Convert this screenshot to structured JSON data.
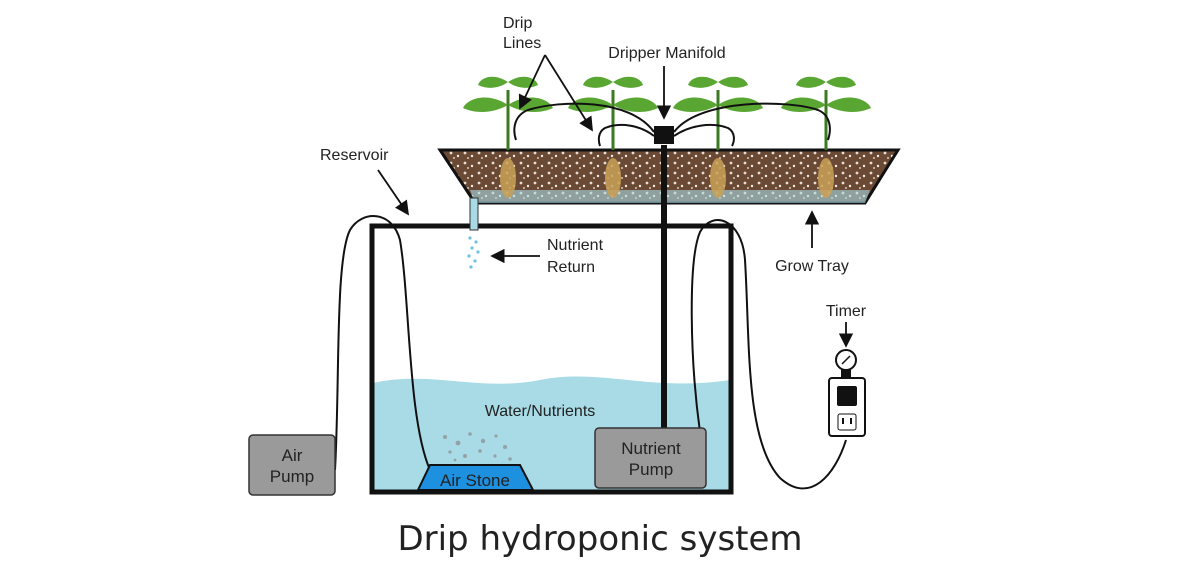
{
  "labels": {
    "drip_lines_1": "Drip",
    "drip_lines_2": "Lines",
    "dripper_manifold": "Dripper Manifold",
    "reservoir": "Reservoir",
    "nutrient_return_1": "Nutrient",
    "nutrient_return_2": "Return",
    "grow_tray": "Grow Tray",
    "timer": "Timer",
    "water_nutrients": "Water/Nutrients",
    "air_pump_1": "Air",
    "air_pump_2": "Pump",
    "air_stone": "Air Stone",
    "nutrient_pump_1": "Nutrient",
    "nutrient_pump_2": "Pump"
  },
  "caption": "Drip hydroponic system",
  "colors": {
    "water": "#a8dbe6",
    "air_stone": "#1e90e0",
    "box_fill": "#9a9a9a",
    "media": "#6b4a35",
    "leaf": "#5aa632",
    "line": "#111111"
  }
}
